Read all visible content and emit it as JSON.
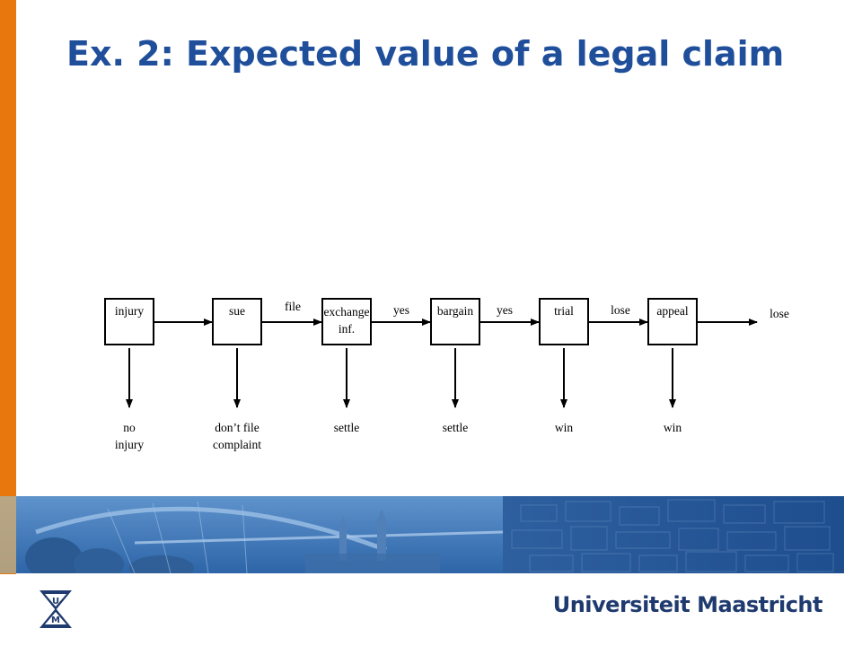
{
  "title": "Ex. 2: Expected value of a legal claim",
  "nodes": [
    {
      "id": "injury",
      "label": [
        "injury"
      ],
      "outcome": [
        "no",
        "injury"
      ]
    },
    {
      "id": "sue",
      "label": [
        "sue"
      ],
      "outcome": [
        "don’t file",
        "complaint"
      ]
    },
    {
      "id": "exchange",
      "label": [
        "exchange",
        "inf."
      ],
      "outcome": [
        "settle"
      ]
    },
    {
      "id": "bargain",
      "label": [
        "bargain"
      ],
      "outcome": [
        "settle"
      ]
    },
    {
      "id": "trial",
      "label": [
        "trial"
      ],
      "outcome": [
        "win"
      ]
    },
    {
      "id": "appeal",
      "label": [
        "appeal"
      ],
      "outcome": [
        "win"
      ]
    }
  ],
  "edges": [
    {
      "from": "sue",
      "to": "exchange",
      "label": "file"
    },
    {
      "from": "exchange",
      "to": "bargain",
      "label": "yes"
    },
    {
      "from": "bargain",
      "to": "trial",
      "label": "yes"
    },
    {
      "from": "trial",
      "to": "appeal",
      "label": "lose"
    },
    {
      "from": "appeal",
      "to": "end",
      "label": "lose"
    }
  ],
  "footer": {
    "university": "Universiteit Maastricht",
    "logo_icon": "um-logo-icon"
  },
  "colors": {
    "accent_orange": "#e8780e",
    "title_blue": "#1f4e9b",
    "banner_blue": "#3a6fb0"
  }
}
